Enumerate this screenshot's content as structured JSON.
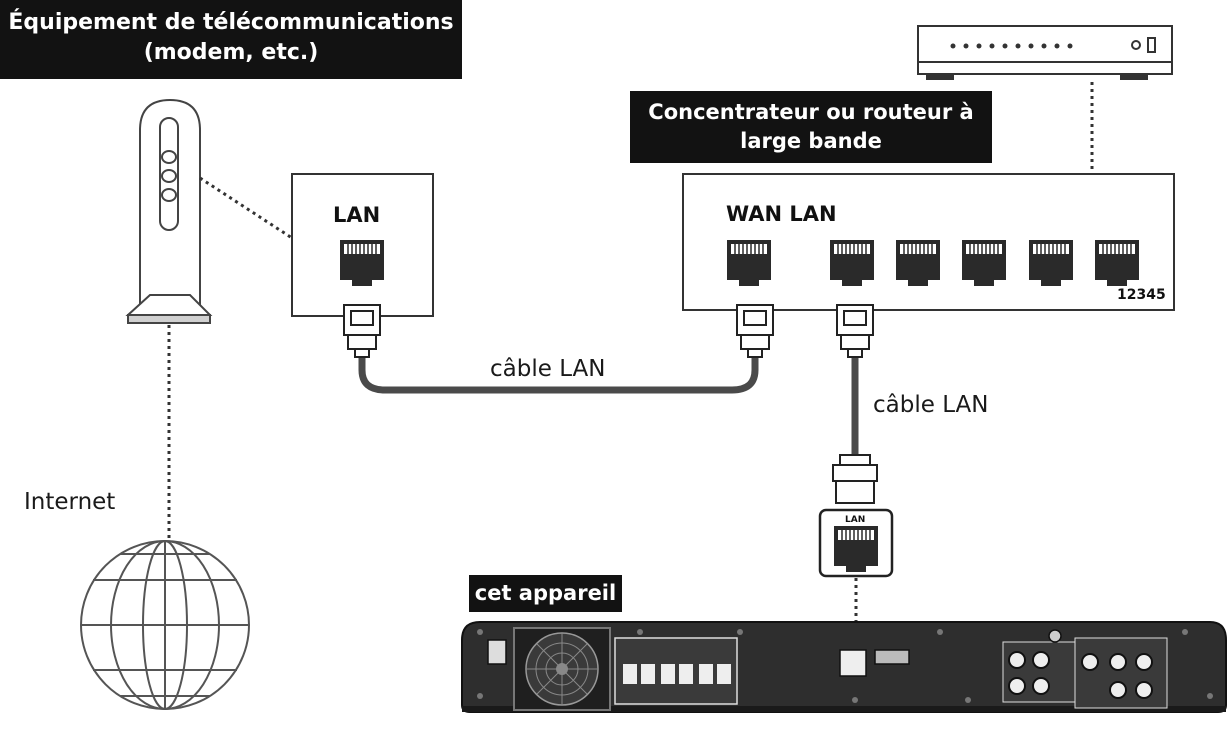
{
  "labels": {
    "modem_title_line1": "Équipement de télécommunications",
    "modem_title_line2": "(modem, etc.)",
    "router_title_line1": "Concentrateur ou routeur à",
    "router_title_line2": "large bande",
    "this_device": "cet appareil",
    "internet": "Internet",
    "cable_lan_1": "câble LAN",
    "cable_lan_2": "câble LAN",
    "modem_port": "LAN",
    "router_ports": "WAN LAN",
    "router_port_numbers": "12345",
    "device_port": "LAN"
  },
  "colors": {
    "label_background": "#121212",
    "label_text": "#ffffff",
    "cable": "#4a4a4a",
    "device_body": "#2e2e2e"
  },
  "icons": [
    "modem-icon",
    "router-icon",
    "globe-icon",
    "rj45-port-icon",
    "rj45-plug-icon",
    "receiver-back-panel-icon"
  ]
}
